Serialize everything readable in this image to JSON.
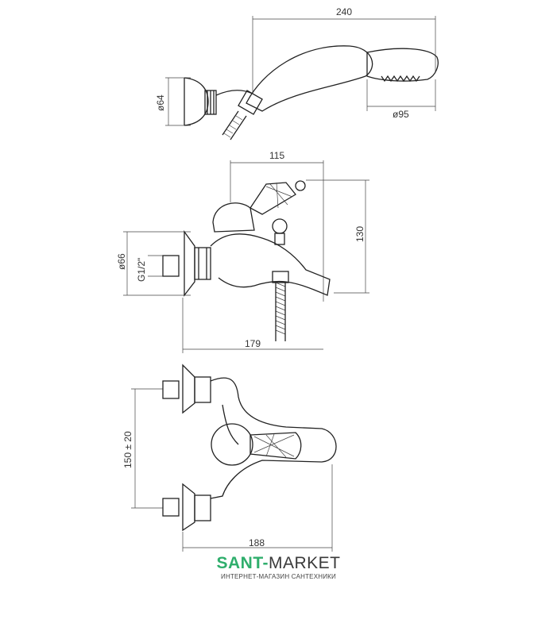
{
  "dimensions": {
    "shower_length": "240",
    "holder_diameter": "ø64",
    "shower_head_diameter": "ø95",
    "spout_width": "115",
    "height": "130",
    "flange_diameter": "ø66",
    "thread": "G1/2\"",
    "depth": "179",
    "center_distance": "150 ± 20",
    "front_width": "188"
  },
  "logo": {
    "brand_part1": "SANT-",
    "brand_part2": "MARKET",
    "tagline": "ИНТЕРНЕТ-МАГАЗИН САНТЕХНИКИ"
  },
  "colors": {
    "brand_green": "#2fae6c",
    "brand_gray": "#3a3a3a"
  }
}
